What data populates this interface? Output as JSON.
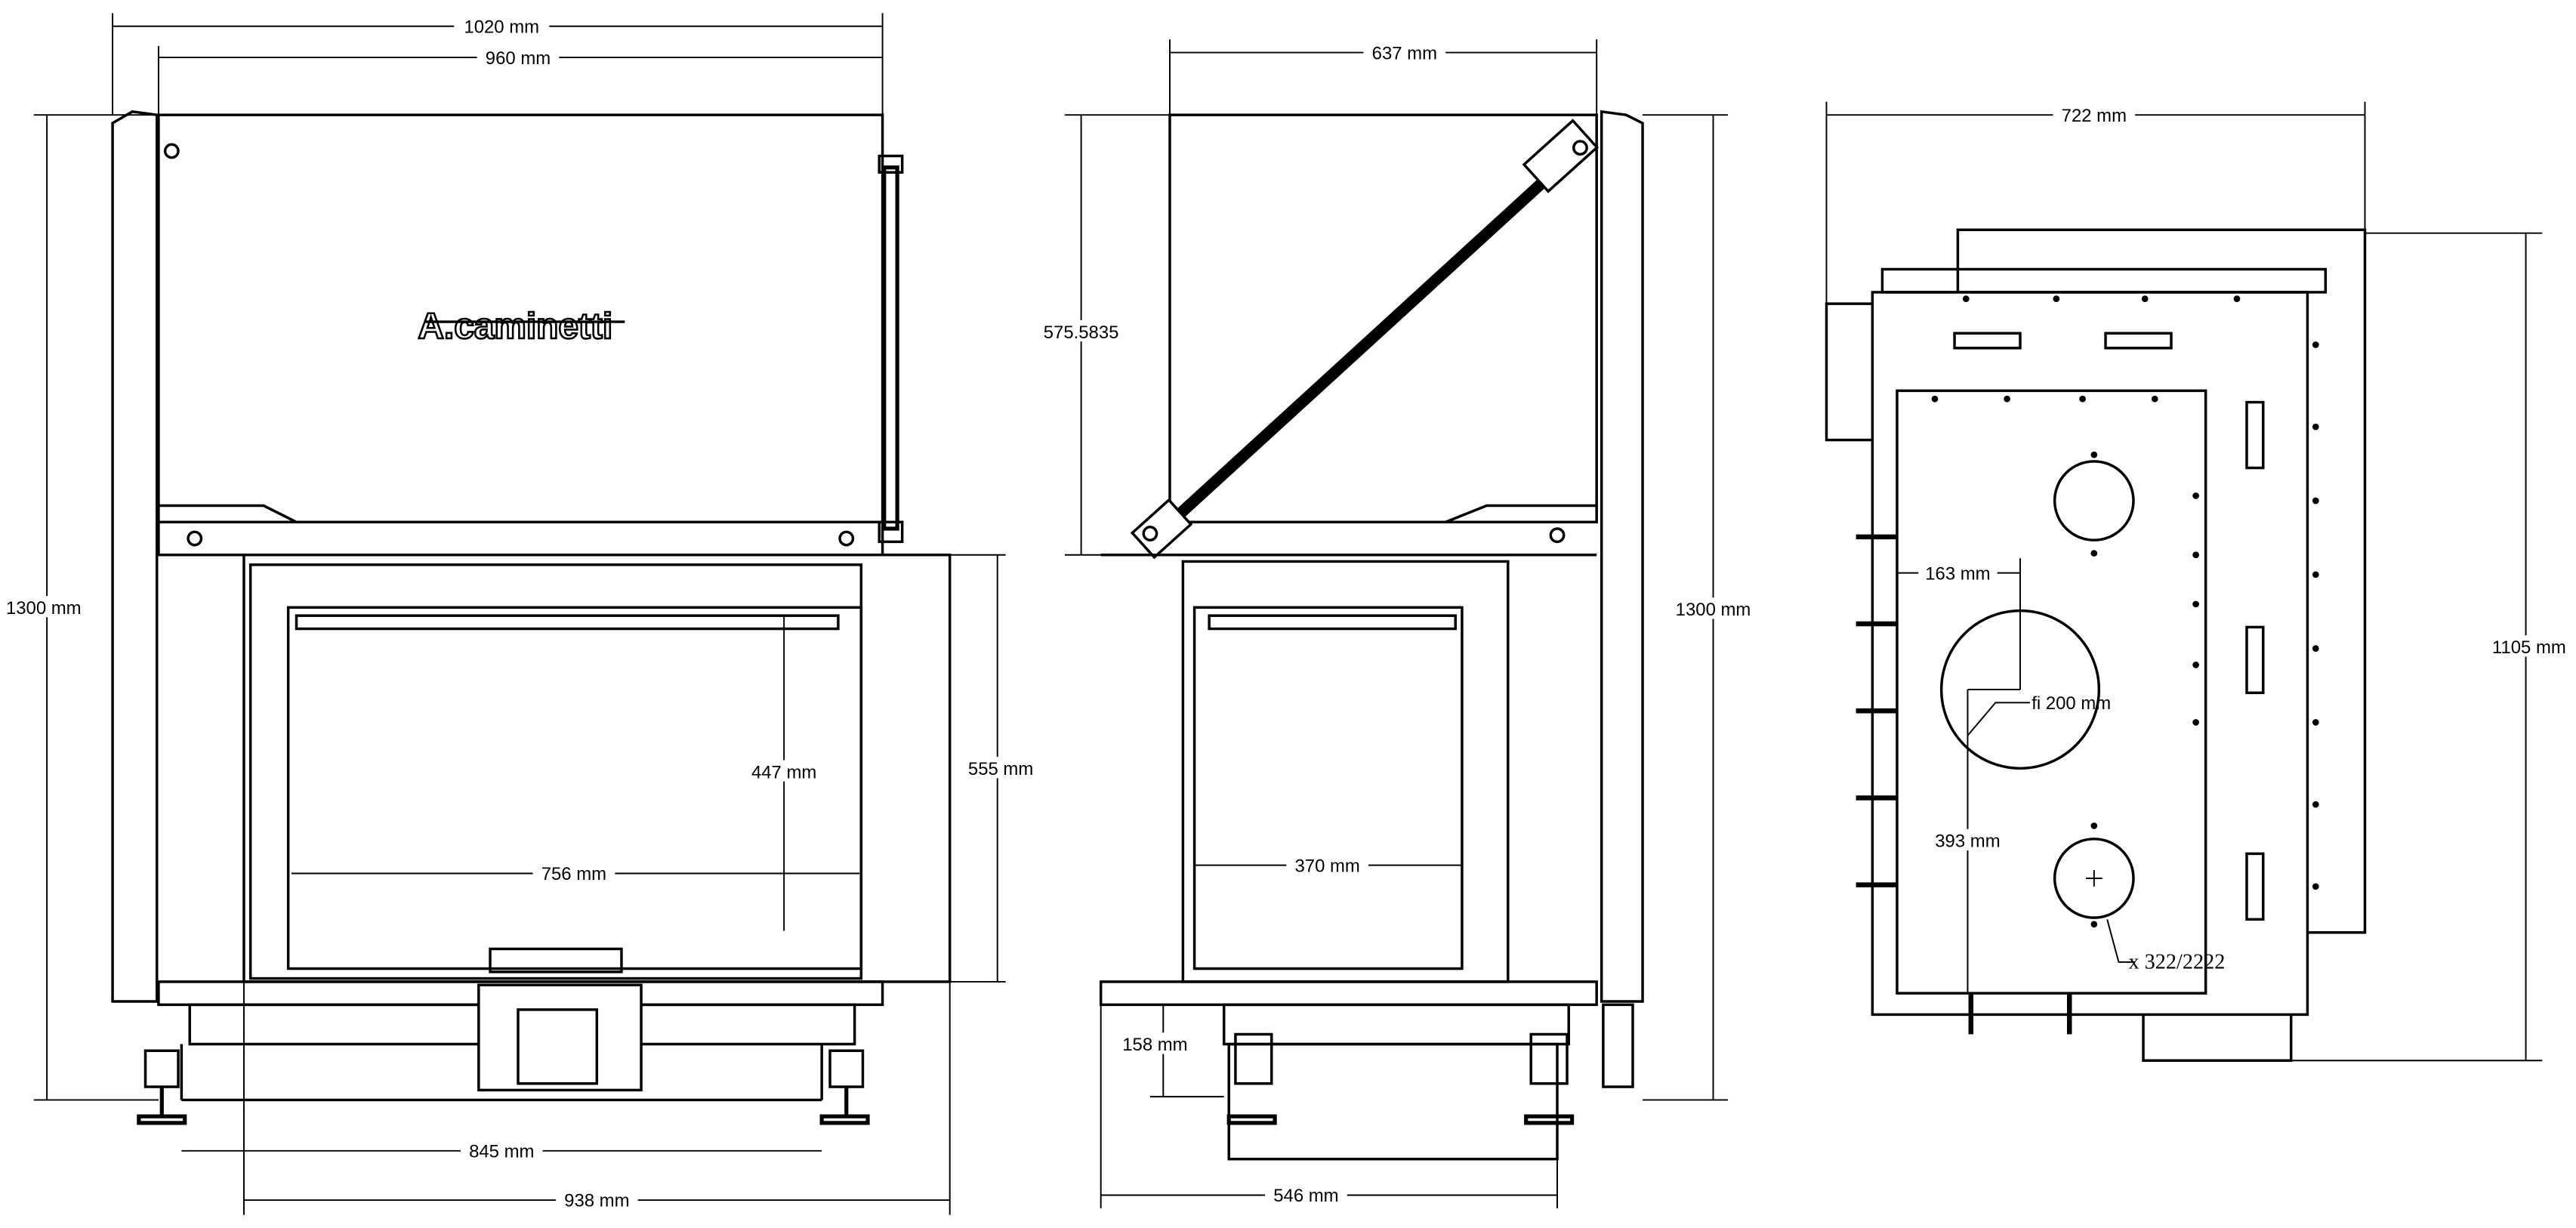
{
  "title": "Fireplace insert technical drawing",
  "brand": {
    "logo_text": "A.caminetti"
  },
  "front_view": {
    "dim_overall_width": "1020 mm",
    "dim_body_width": "960 mm",
    "dim_height": "1300 mm",
    "dim_glass_height": "447 mm",
    "dim_glass_width": "756 mm",
    "dim_door_height": "555 mm",
    "dim_leg_spacing": "845 mm",
    "dim_frame_width": "938 mm"
  },
  "side_view": {
    "dim_depth": "637 mm",
    "dim_hood_height": "575.5835",
    "dim_height": "1300 mm",
    "dim_glass_width": "370 mm",
    "dim_base_height": "158 mm",
    "dim_base_depth": "546 mm"
  },
  "top_view": {
    "dim_width": "722 mm",
    "dim_depth": "1105 mm",
    "dim_flue_offset_x": "163 mm",
    "dim_flue_offset_y": "393 mm",
    "dim_flue_diameter": "fi 200 mm",
    "air_inlet_note": "x 322/2222"
  }
}
